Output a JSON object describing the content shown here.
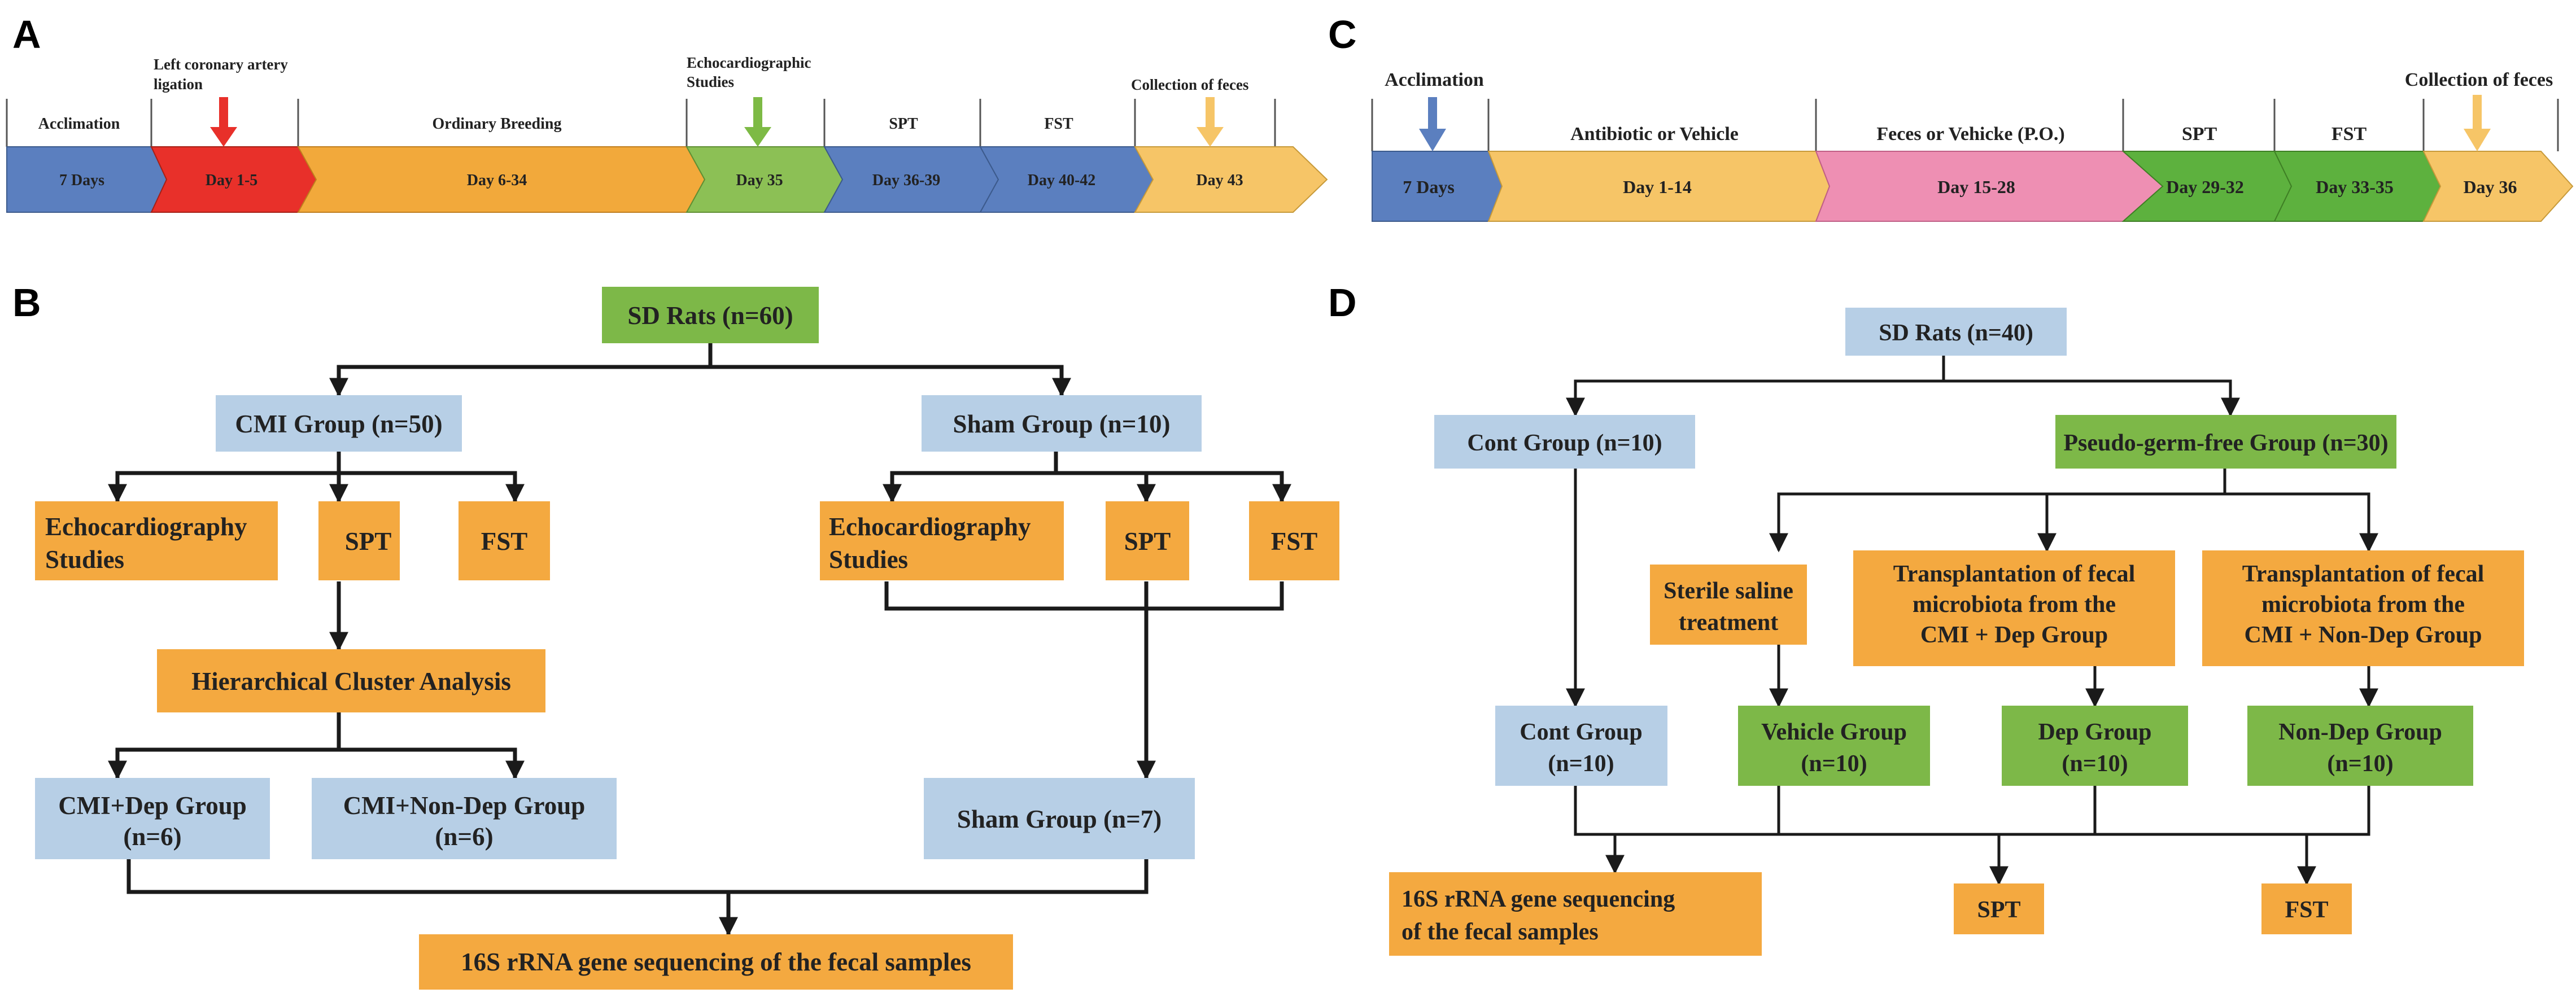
{
  "panels": {
    "a": "A",
    "b": "B",
    "c": "C",
    "d": "D"
  },
  "timeline_a": {
    "top_labels": [
      "Acclimation",
      "Ordinary Breeding",
      "SPT",
      "FST"
    ],
    "event_labels": {
      "lca": [
        "Left coronary artery",
        "ligation"
      ],
      "echo": [
        "Echocardiographic",
        "Studies"
      ],
      "feces": "Collection of feces"
    },
    "segments": [
      {
        "label": "7 Days",
        "color": "#5B7FBF"
      },
      {
        "label": "Day 1-5",
        "color": "#E8302A"
      },
      {
        "label": "Day 6-34",
        "color": "#F2A93B"
      },
      {
        "label": "Day 35",
        "color": "#8CC055"
      },
      {
        "label": "Day 36-39",
        "color": "#5B7FBF"
      },
      {
        "label": "Day 40-42",
        "color": "#5B7FBF"
      },
      {
        "label": "Day 43",
        "color": "#F6C567"
      }
    ],
    "marker_colors": {
      "lca": "#E8302A",
      "echo": "#7DBA45",
      "feces": "#F6C567"
    }
  },
  "timeline_c": {
    "top_labels": [
      "Acclimation",
      "Antibiotic or Vehicle",
      "Feces or Vehicke (P.O.)",
      "SPT",
      "FST",
      "Collection of feces"
    ],
    "segments": [
      {
        "label": "7 Days",
        "color": "#5B7FBF"
      },
      {
        "label": "Day 1-14",
        "color": "#F6C567"
      },
      {
        "label": "Day 15-28",
        "color": "#EE8FB3"
      },
      {
        "label": "Day 29-32",
        "color": "#5DB13E"
      },
      {
        "label": "Day 33-35",
        "color": "#5DB13E"
      },
      {
        "label": "Day 36",
        "color": "#F6C567"
      }
    ],
    "marker_colors": {
      "acclimation": "#5B7FBF",
      "feces": "#F6C567"
    }
  },
  "flow_b": {
    "sd_rats": "SD Rats (n=60)",
    "cmi_group": "CMI Group (n=50)",
    "sham_group": "Sham Group (n=10)",
    "echo_left": [
      "Echocardiography",
      "Studies"
    ],
    "spt_left": "SPT",
    "fst_left": "FST",
    "echo_right": [
      "Echocardiography",
      "Studies"
    ],
    "spt_right": "SPT",
    "fst_right": "FST",
    "hca": "Hierarchical Cluster Analysis",
    "cmi_dep": [
      "CMI+Dep Group",
      "(n=6)"
    ],
    "cmi_nondep": [
      "CMI+Non-Dep Group",
      "(n=6)"
    ],
    "sham_final": "Sham Group (n=7)",
    "seq": "16S rRNA gene sequencing of the fecal samples"
  },
  "flow_d": {
    "sd_rats": "SD Rats (n=40)",
    "cont_group": "Cont Group (n=10)",
    "pgf_group": "Pseudo-germ-free Group (n=30)",
    "saline": [
      "Sterile saline",
      "treatment"
    ],
    "fmt_dep": [
      "Transplantation of  fecal",
      "microbiota from the",
      "CMI + Dep Group"
    ],
    "fmt_nondep": [
      "Transplantation of  fecal",
      "microbiota from the",
      "CMI + Non-Dep Group"
    ],
    "cont_final": [
      "Cont Group",
      "(n=10)"
    ],
    "vehicle": [
      "Vehicle Group",
      "(n=10)"
    ],
    "dep": [
      "Dep Group",
      "(n=10)"
    ],
    "nondep": [
      "Non-Dep Group",
      "(n=10)"
    ],
    "seq": [
      "16S rRNA gene sequencing",
      "of the fecal samples"
    ],
    "spt": "SPT",
    "fst": "FST"
  },
  "colors": {
    "green": "#7DB848",
    "blue": "#B7CFE6",
    "orange": "#F4A940"
  }
}
